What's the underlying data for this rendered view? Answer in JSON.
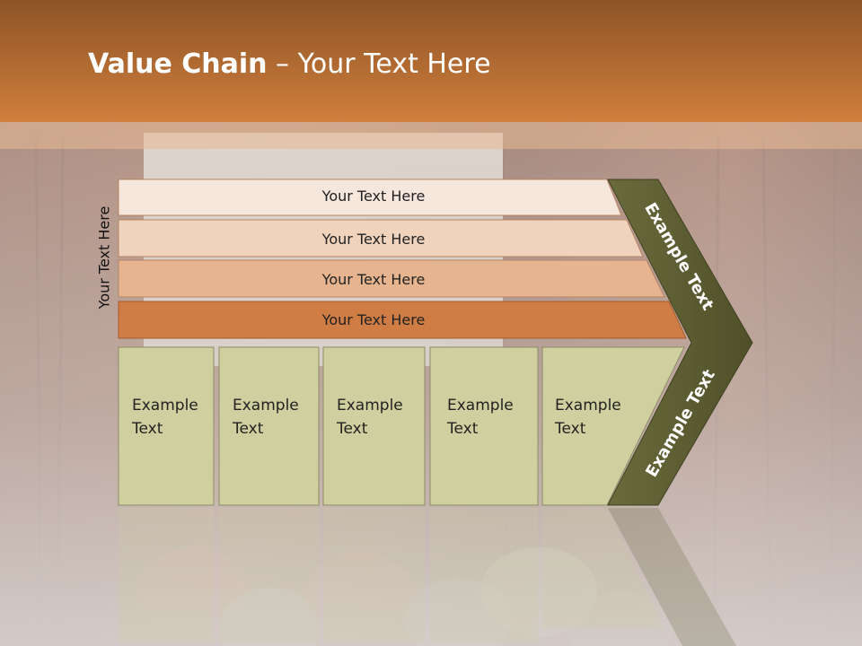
{
  "title": {
    "bold": "Value Chain",
    "rest": " – Your Text Here"
  },
  "side_label": "Your Text Here",
  "rows": [
    {
      "label": "Your Text Here",
      "color": "#f6e7dd"
    },
    {
      "label": "Your Text Here",
      "color": "#f0d3bd"
    },
    {
      "label": "Your Text Here",
      "color": "#e6b48f"
    },
    {
      "label": "Your Text Here",
      "color": "#cf7d45"
    }
  ],
  "boxes": [
    {
      "line1": "Example",
      "line2": "Text"
    },
    {
      "line1": "Example",
      "line2": "Text"
    },
    {
      "line1": "Example",
      "line2": "Text"
    },
    {
      "line1": "Example",
      "line2": "Text"
    },
    {
      "line1": "Example",
      "line2": "Text"
    }
  ],
  "chevron": {
    "upper": "Example Text",
    "lower": "Example Text",
    "color": "#5c5d33"
  },
  "colors": {
    "header": "#c07636",
    "box": "#cfcf9f",
    "wood": "#6e3a22"
  }
}
